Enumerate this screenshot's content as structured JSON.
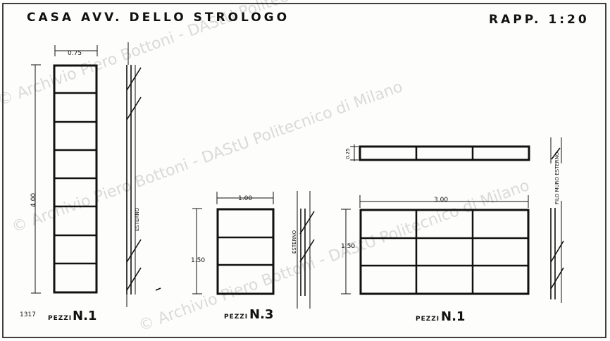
{
  "title": {
    "client": "CASA AVV. DELLO STROLOGO",
    "scale": "RAPP. 1:20"
  },
  "sheet_number": "1317",
  "watermark": "© Archivio Piero Bottoni - DAStU Politecnico di Milano",
  "windows": [
    {
      "width_dim": "0.75",
      "height_dim": "4.00",
      "section_label": "ESTERNO",
      "pezzi_label": "PEZZI",
      "pezzi_count": "N.1"
    },
    {
      "width_dim": "1.00",
      "height_dim": "1.50",
      "section_label": "ESTERNO",
      "pezzi_label": "PEZZI",
      "pezzi_count": "N.3"
    },
    {
      "width_dim": "3.00",
      "height_dim": "1.50",
      "transom_dim": "0.25",
      "section_label": "FILO MURO ESTERNO",
      "pezzi_label": "PEZZI",
      "pezzi_count": "N.1"
    }
  ]
}
